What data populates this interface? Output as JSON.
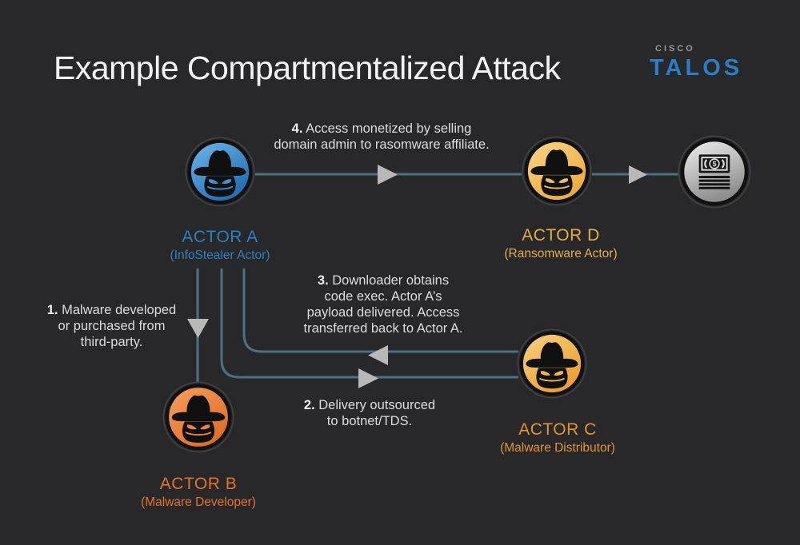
{
  "title": "Example Compartmentalized Attack",
  "logo": {
    "cisco": "CISCO",
    "talos": "TALOS",
    "talos_color": "#2b7ec5",
    "cisco_color": "#97979a"
  },
  "colors": {
    "background": "#28282b",
    "connector_line": "#4a7086",
    "connector_arrow": "#b8b8b8",
    "node_ring": "#111111",
    "money_silver_top": "#efefef",
    "money_silver_bottom": "#8f8f8f"
  },
  "actors": [
    {
      "name": "ACTOR A",
      "role": "(InfoStealer Actor)",
      "label_color": "#2e7fc2",
      "grad_top": "#6fb5e9",
      "grad_bottom": "#1e6cb2",
      "eye_color": "#3c93d6"
    },
    {
      "name": "ACTOR B",
      "role": "(Malware Developer)",
      "label_color": "#e4722a",
      "grad_top": "#f59e61",
      "grad_bottom": "#e06c22",
      "eye_color": "#ee8440"
    },
    {
      "name": "ACTOR C",
      "role": "(Malware Distributor)",
      "label_color": "#e2952f",
      "grad_top": "#f9d083",
      "grad_bottom": "#eb9f2e",
      "eye_color": "#f2b653"
    },
    {
      "name": "ACTOR D",
      "role": "(Ransomware Actor)",
      "label_color": "#e5ad43",
      "grad_top": "#fad489",
      "grad_bottom": "#edaa38",
      "eye_color": "#f3bd5d"
    }
  ],
  "money": {
    "symbol": "$"
  },
  "steps": [
    {
      "num": "1.",
      "line1": " Malware developed",
      "line2": "or purchased from",
      "line3": "third-party."
    },
    {
      "num": "2.",
      "line1": " Delivery outsourced",
      "line2": "to botnet/TDS."
    },
    {
      "num": "3.",
      "line1": " Downloader obtains",
      "line2": "code exec. Actor A’s",
      "line3": "payload delivered. Access",
      "line4": "transferred back to Actor A."
    },
    {
      "num": "4.",
      "line1": " Access monetized by selling",
      "line2": "domain admin to rasomware affiliate."
    }
  ]
}
